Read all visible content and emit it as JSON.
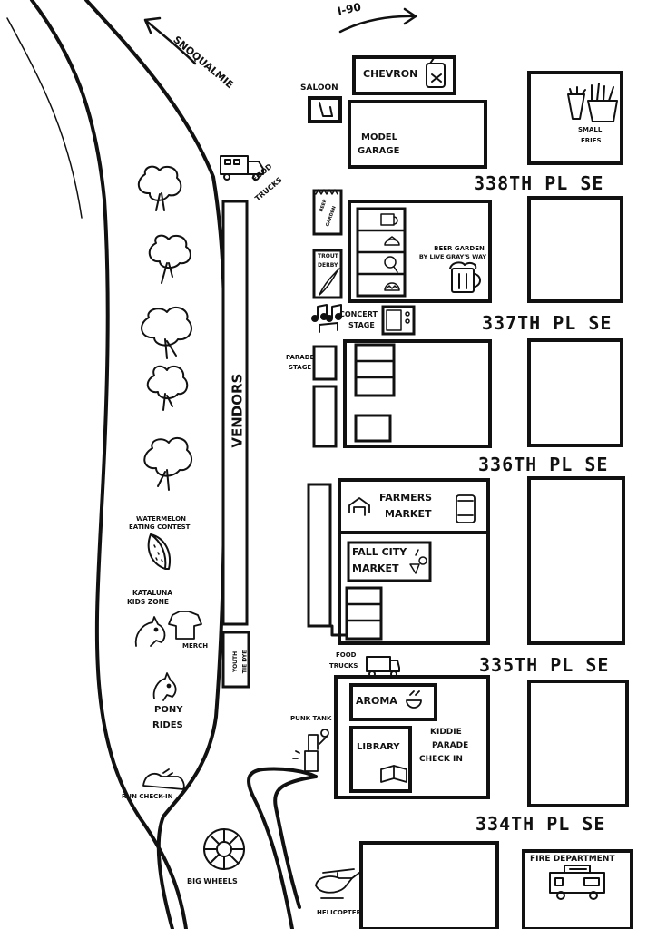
{
  "directions": {
    "snoqualmie": "SNOQUALMIE",
    "i90": "I-90"
  },
  "streets": {
    "s338": "338TH PL SE",
    "s337": "337TH PL SE",
    "s336": "336TH PL SE",
    "s335": "335TH PL SE",
    "s334": "334TH PL SE"
  },
  "places": {
    "chevron": "CHEVRON",
    "saloon": "SALOON",
    "model_garage_1": "MODEL",
    "model_garage_2": "GARAGE",
    "small_fries_1": "SMALL",
    "small_fries_2": "FRIES",
    "food_trucks_1": "FOOD",
    "food_trucks_2": "TRUCKS",
    "beer_garden_sign_1": "BEER",
    "beer_garden_sign_2": "GARDEN",
    "trout_derby_1": "TROUT",
    "trout_derby_2": "DERBY",
    "beer_garden_1": "BEER GARDEN",
    "beer_garden_2": "BY LIVE GRAY'S WAY",
    "concert_1": "CONCERT",
    "concert_2": "STAGE",
    "parade_1": "PARADE",
    "parade_2": "STAGE",
    "vendors": "VENDORS",
    "farmers_1": "FARMERS",
    "farmers_2": "MARKET",
    "fall_city_1": "FALL CITY",
    "fall_city_2": "MARKET",
    "watermelon_1": "WATERMELON",
    "watermelon_2": "EATING CONTEST",
    "kataluna_1": "KATALUNA",
    "kataluna_2": "KIDS ZONE",
    "merch": "MERCH",
    "youth_1": "YOUTH",
    "youth_2": "TIE DYE",
    "food_trucks_b_1": "FOOD",
    "food_trucks_b_2": "TRUCKS",
    "aroma": "AROMA",
    "punk_tank": "PUNK TANK",
    "library": "LIBRARY",
    "kiddie_1": "KIDDIE",
    "kiddie_2": "PARADE",
    "kiddie_3": "CHECK IN",
    "pony_1": "PONY",
    "pony_2": "RIDES",
    "run_checkin": "RUN CHECK-IN",
    "big_wheels": "BIG WHEELS",
    "helicopter": "HELICOPTER",
    "fire_department": "FIRE DEPARTMENT"
  },
  "colors": {
    "ink": "#111111",
    "background": "#ffffff"
  }
}
